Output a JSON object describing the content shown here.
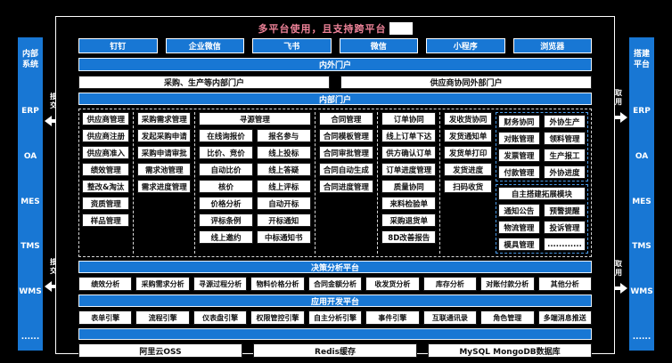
{
  "title": {
    "text": "多平台使用，且支持跨平台"
  },
  "apps": [
    "钉钉",
    "企业微信",
    "飞书",
    "微信",
    "小程序",
    "浏览器"
  ],
  "bands": {
    "portal_outer": "内外门户",
    "portal_inner": "内部门户",
    "decision": "决策分析平台",
    "appdev": "应用开发平台"
  },
  "portals": [
    "采购、生产等内部门户",
    "供应商协同外部门户"
  ],
  "module_groups": [
    {
      "id": "supplier",
      "header": "供应商管理",
      "cols": 1,
      "cells": [
        "供应商注册",
        "供应商准入",
        "绩效管理",
        "整改&淘汰",
        "资质管理",
        "样品管理"
      ]
    },
    {
      "id": "demand",
      "header": "采购需求管理",
      "cols": 1,
      "cells": [
        "发起采购申请",
        "采购申请审批",
        "需求池管理",
        "需求进度管理"
      ]
    },
    {
      "id": "sourcing",
      "header": "寻源管理",
      "cols": 2,
      "cells": [
        "在线询报价",
        "报名参与",
        "比价、竞价",
        "线上投标",
        "自动比价",
        "线上答疑",
        "核价",
        "线上评标",
        "价格分析",
        "自动开标",
        "评标条例",
        "开标通知",
        "线上邀约",
        "中标通知书"
      ]
    },
    {
      "id": "contract",
      "header": "合同管理",
      "cols": 1,
      "cells": [
        "合同模板管理",
        "合同审批管理",
        "合同自动生成",
        "合同进度管理"
      ]
    },
    {
      "id": "order",
      "header": "订单协同",
      "cols": 1,
      "cells": [
        "线上订单下达",
        "供方确认订单",
        "订单进度管理",
        "质量协同",
        "来料检验单",
        "采购退货单",
        "8D改善报告"
      ]
    },
    {
      "id": "shipping",
      "header": "发收货协同",
      "cols": 1,
      "cells": [
        "发货通知单",
        "发货单打印",
        "发货进度",
        "扫码收货"
      ]
    }
  ],
  "right_block": {
    "top_cells": [
      "财务协同",
      "外协生产",
      "对账管理",
      "领料管理",
      "发票管理",
      "生产报工",
      "付款管理",
      "外协进度"
    ],
    "bottom_header": "自主搭建拓展模块",
    "bottom_cells": [
      "通知公告",
      "预警提醒",
      "物流管理",
      "投诉管理",
      "模具管理",
      "............"
    ]
  },
  "analysis_modules": [
    "绩效分析",
    "采购需求分析",
    "寻源过程分析",
    "物料价格分析",
    "合同金额分析",
    "收发货分析",
    "库存分析",
    "对账付款分析",
    "其他分析"
  ],
  "engine_modules": [
    "表单引擎",
    "流程引擎",
    "仪表盘引擎",
    "权限管控引擎",
    "自主分析引擎",
    "事件引擎",
    "互联通讯录",
    "角色管理",
    "多端消息推送"
  ],
  "infra": [
    "阿里云OSS",
    "Redis缓存",
    "MySQL MongoDB数据库"
  ],
  "left_sidebar": {
    "title": "内部\n系统",
    "items": [
      "ERP",
      "OA",
      "MES",
      "TMS",
      "WMS",
      "......"
    ],
    "arrow_label": "接口\n交互"
  },
  "right_sidebar": {
    "title": "搭建\n平台",
    "items": [
      "ERP",
      "OA",
      "MES",
      "TMS",
      "WMS",
      "......"
    ],
    "arrow_label": "随取\n随用"
  },
  "colors": {
    "accent_blue": "#1877d4",
    "dashed_blue": "#4b9be8",
    "title_pink": "#ef8399"
  }
}
